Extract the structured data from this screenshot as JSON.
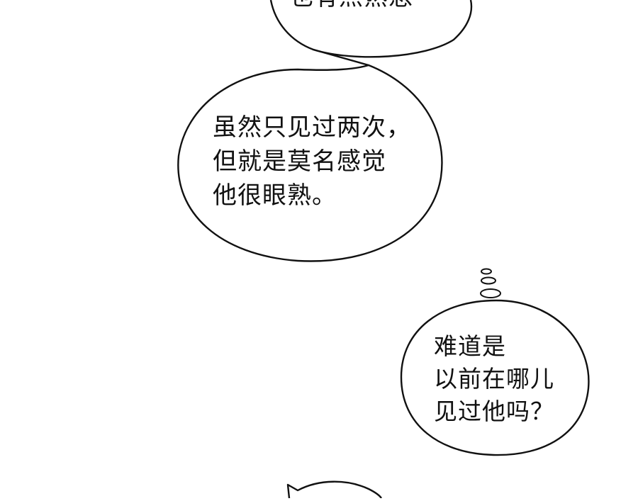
{
  "comic_panel": {
    "bubble_top": {
      "lines": [
        "也有点熟悉"
      ]
    },
    "bubble_middle": {
      "lines": [
        "虽然只见过两次，",
        "但就是莫名感觉",
        "他很眼熟。"
      ]
    },
    "bubble_thought": {
      "lines": [
        "难道是",
        "以前在哪儿",
        "见过他吗？"
      ]
    },
    "colors": {
      "background": "#ffffff",
      "ink": "#111111"
    }
  }
}
